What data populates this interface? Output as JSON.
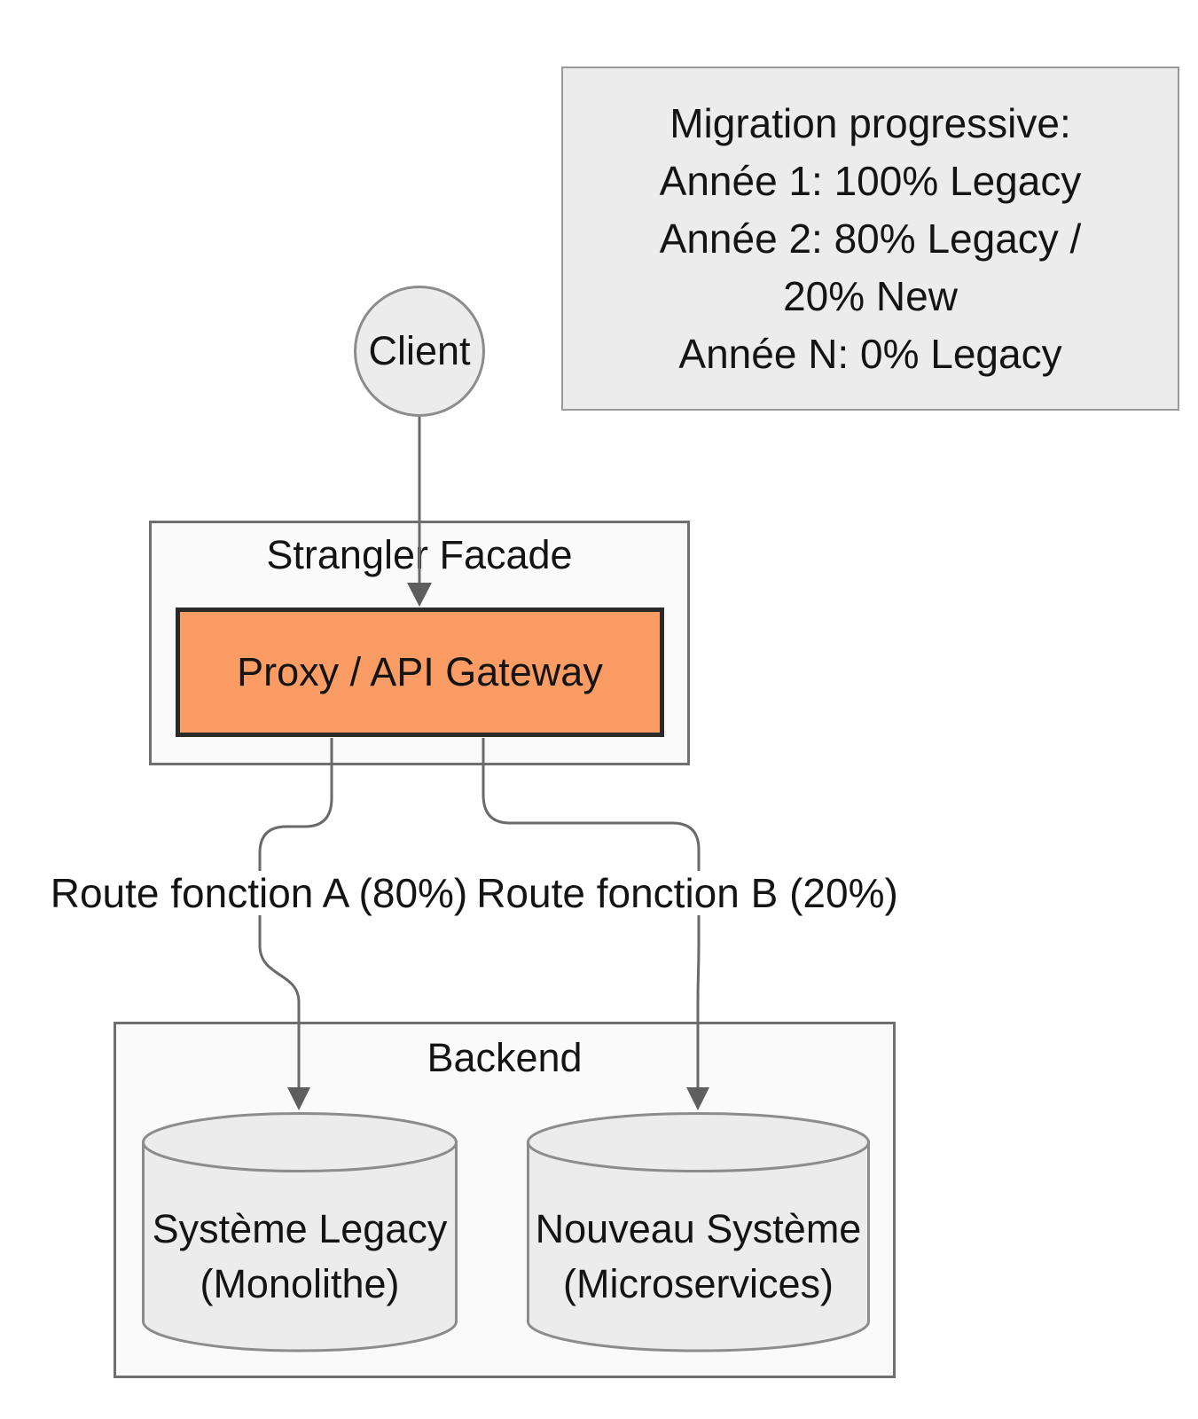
{
  "note": {
    "lines": [
      "Migration progressive:",
      "Année 1: 100% Legacy",
      "Année 2: 80% Legacy /",
      "20% New",
      "Année N: 0% Legacy"
    ]
  },
  "client": {
    "label": "Client"
  },
  "facade": {
    "title": "Strangler Facade"
  },
  "proxy": {
    "label": "Proxy / API Gateway"
  },
  "backend": {
    "title": "Backend"
  },
  "legacy_db": {
    "line1": "Système Legacy",
    "line2": "(Monolithe)"
  },
  "new_db": {
    "line1": "Nouveau Système",
    "line2": "(Microservices)"
  },
  "edges": {
    "route_a": {
      "label": "Route fonction A (80%)"
    },
    "route_b": {
      "label": "Route fonction B (20%)"
    }
  },
  "colors": {
    "proxy_fill": "#FB9C64",
    "proxy_border": "#2A2A2A",
    "node_fill": "#ECECEC",
    "group_fill": "#FAFAFA",
    "node_border_gray": "#8C8C8C",
    "edge_gray": "#6A6A6A",
    "arrowhead_gray": "#5E5E5E",
    "text": "#141414"
  }
}
